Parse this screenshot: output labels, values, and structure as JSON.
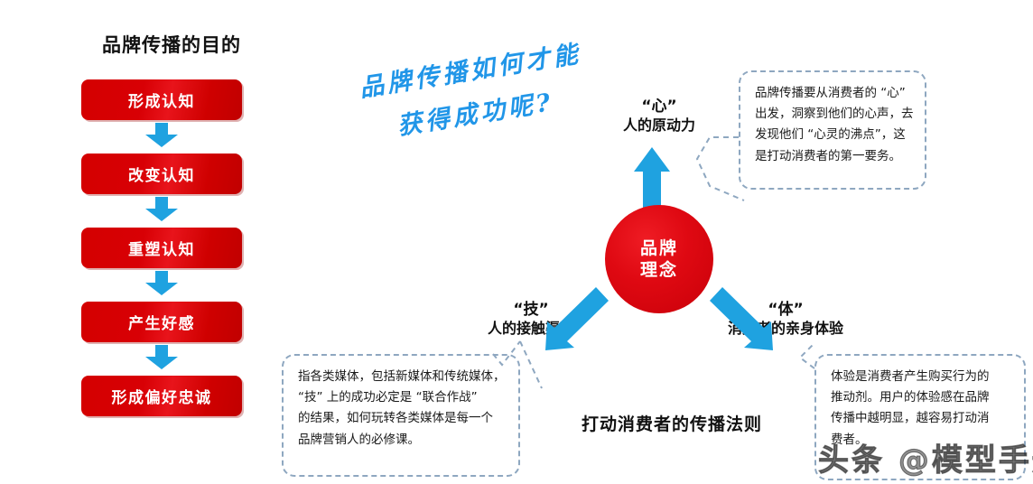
{
  "left_flow": {
    "title": "品牌传播的目的",
    "steps": [
      {
        "label": "形成认知"
      },
      {
        "label": "改变认知"
      },
      {
        "label": "重塑认知"
      },
      {
        "label": "产生好感"
      },
      {
        "label": "形成偏好忠诚"
      }
    ],
    "box_color": "#d40000",
    "arrow_color": "#1fa2e0"
  },
  "headline": {
    "line1": "品牌传播如何才能",
    "line2": "获得成功呢?",
    "color": "#2196e8"
  },
  "hub": {
    "line1": "品牌",
    "line2": "理念",
    "color": "#df0912"
  },
  "nodes": {
    "xin": {
      "quoted": "“心”",
      "subtitle": "人的原动力"
    },
    "ji": {
      "quoted": "“技”",
      "subtitle": "人的接触渠道"
    },
    "ti": {
      "quoted": "“体”",
      "subtitle": "消费者的亲身体验"
    }
  },
  "center_caption": "打动消费者的传播法则",
  "callouts": {
    "xin": {
      "lines": [
        "品牌传播要从消费者的 “心”",
        "出发，洞察到他们的心声，去",
        "发现他们 “心灵的沸点”，这",
        "是打动消费者的第一要务。"
      ]
    },
    "ji": {
      "lines": [
        "指各类媒体，包括新媒体和传统媒体，",
        " “技” 上的成功必定是 “联合作战”",
        "的结果，如何玩转各类媒体是每一个",
        "品牌营销人的必修课。"
      ]
    },
    "ti": {
      "lines": [
        "体验是消费者产生购买行为的",
        "推动剂。用户的体验感在品牌",
        "传播中越明显，越容易打动消",
        "费者。"
      ]
    }
  },
  "watermark": {
    "text": "头条 @模型手册"
  },
  "colors": {
    "red": "#d40000",
    "blue_arrow": "#1fa2e0",
    "handwriting_blue": "#2196e8",
    "dashed_border": "#8ea7c0",
    "text_dark": "#111111",
    "background": "#ffffff"
  }
}
